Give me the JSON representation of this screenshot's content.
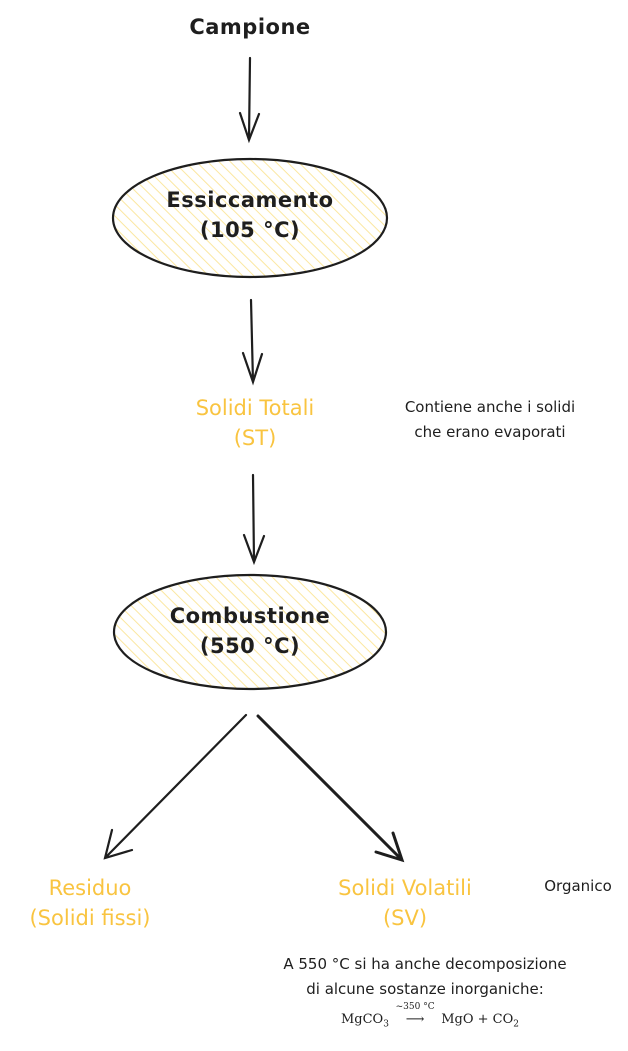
{
  "nodes": {
    "campione": "Campione",
    "essiccamento": {
      "line1": "Essiccamento",
      "line2": "(105 °C)"
    },
    "solidi_totali": {
      "line1": "Solidi Totali",
      "line2": "(ST)"
    },
    "combustione": {
      "line1": "Combustione",
      "line2": "(550 °C)"
    },
    "residuo": {
      "line1": "Residuo",
      "line2": "(Solidi fissi)"
    },
    "solidi_volatili": {
      "line1": "Solidi Volatili",
      "line2": "(SV)"
    }
  },
  "notes": {
    "st_note": {
      "line1": "Contiene anche i solidi",
      "line2": "che erano evaporati"
    },
    "organico": "Organico",
    "decomp": {
      "line1": "A 550 °C si ha anche decomposizione",
      "line2": "di alcune sostanze inorganiche:"
    }
  },
  "formula": {
    "reactant": "MgCO",
    "reactant_sub": "3",
    "condition": "~350 °C",
    "product1": "MgO + CO",
    "product_sub": "2"
  },
  "colors": {
    "accent": "#f9c440",
    "stroke": "#1e1e1e",
    "hatch": "#fbe7a0"
  }
}
